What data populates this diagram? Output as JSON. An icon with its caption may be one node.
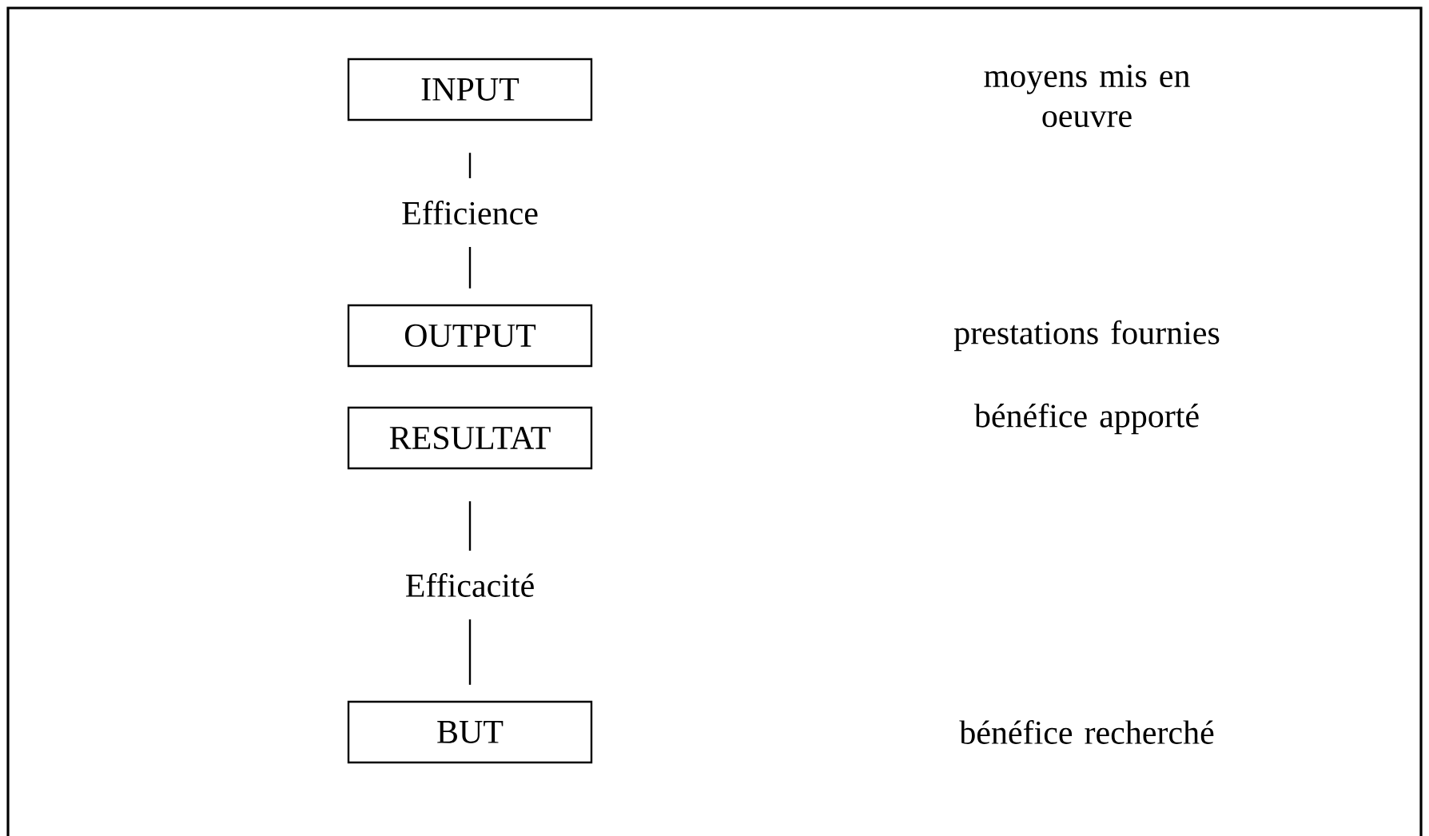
{
  "diagram": {
    "nodes": [
      {
        "text": [
          "INPUT"
        ]
      },
      {
        "text": [
          "OUTPUT"
        ]
      },
      {
        "text": [
          "RESULTAT"
        ]
      },
      {
        "text": [
          "BUT"
        ]
      }
    ],
    "labels": [
      "moyens mis en oeuvre",
      "prestations fournies",
      "bénéfice apporté",
      "bénéfice recherché"
    ],
    "edges": [
      {
        "from": 0,
        "to": 1,
        "arrow": "none",
        "label": "Efficience"
      },
      {
        "from": 2,
        "to": 3,
        "arrow": "none",
        "label": "Efficacité"
      }
    ]
  }
}
